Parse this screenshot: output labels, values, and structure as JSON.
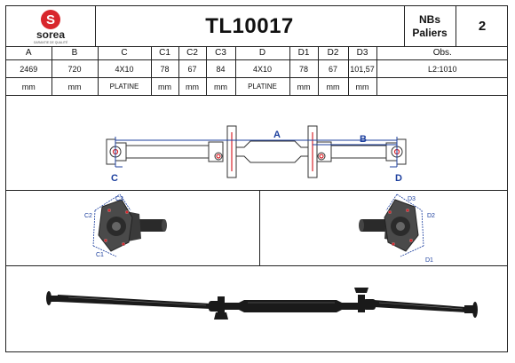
{
  "header": {
    "brand": "sorea",
    "brand_tagline": "GARANTIE DE QUALITÉ",
    "reference": "TL10017",
    "nbs_line1": "NBs",
    "nbs_line2": "Paliers",
    "nbs_value": "2"
  },
  "spec_table": {
    "columns": [
      "A",
      "B",
      "C",
      "C1",
      "C2",
      "C3",
      "D",
      "D1",
      "D2",
      "D3",
      "Obs."
    ],
    "values": [
      "2469",
      "720",
      "4X10",
      "78",
      "67",
      "84",
      "4X10",
      "78",
      "67",
      "101,57",
      "L2:1010"
    ],
    "units": [
      "mm",
      "mm",
      "PLATINE",
      "mm",
      "mm",
      "mm",
      "PLATINE",
      "mm",
      "mm",
      "mm",
      ""
    ]
  },
  "diagram": {
    "label_a": "A",
    "label_b": "B",
    "label_c": "C",
    "label_d": "D",
    "flange_labels": [
      "C3",
      "C2",
      "C1",
      "D3",
      "D2",
      "D1"
    ]
  },
  "colors": {
    "accent_red": "#d8262c",
    "dimension_blue": "#1c3f9e",
    "shaft_dark": "#1a1a1a"
  }
}
